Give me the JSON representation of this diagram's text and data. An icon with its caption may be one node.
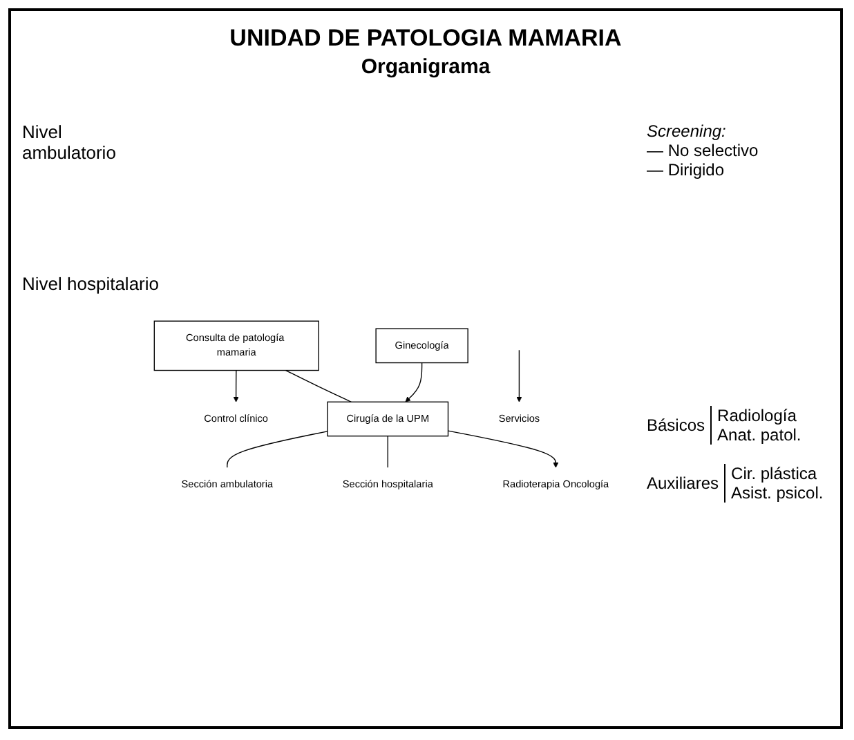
{
  "diagram": {
    "title": "UNIDAD DE PATOLOGIA MAMARIA",
    "nodes": [
      {
        "text": [
          "Consulta de patología mamaria"
        ]
      },
      {
        "text": [
          "Control clínico"
        ]
      },
      {
        "text": [
          "Cirugía de la UPM"
        ]
      },
      {
        "text": [
          "Ginecología"
        ]
      },
      {
        "text": [
          "Sección ambulatoria"
        ]
      },
      {
        "text": [
          "Sección hospitalaria"
        ]
      },
      {
        "text": [
          "Radioterapia Oncología"
        ]
      },
      {
        "text": [
          "Servicios"
        ]
      }
    ],
    "edges": [
      {
        "from": 0,
        "to": 2,
        "arrow": "none"
      },
      {
        "from": 0,
        "to": 1,
        "arrow": "to"
      },
      {
        "from": 3,
        "to": 2,
        "arrow": "to"
      },
      {
        "from": 2,
        "to": 4,
        "arrow": "none"
      },
      {
        "from": 2,
        "to": 5,
        "arrow": "none"
      },
      {
        "from": 2,
        "to": 6,
        "arrow": "to"
      },
      {
        "from": null,
        "to": 7,
        "arrow": "to"
      }
    ],
    "labels": [
      "Organigrama",
      "Nivel ambulatorio",
      "Screening:",
      "— No selectivo",
      "— Dirigido",
      "Nivel hospitalario",
      "Básicos",
      "Radiología",
      "Anat. patol.",
      "Auxiliares",
      "Cir. plástica",
      "Asist. psicol."
    ]
  }
}
